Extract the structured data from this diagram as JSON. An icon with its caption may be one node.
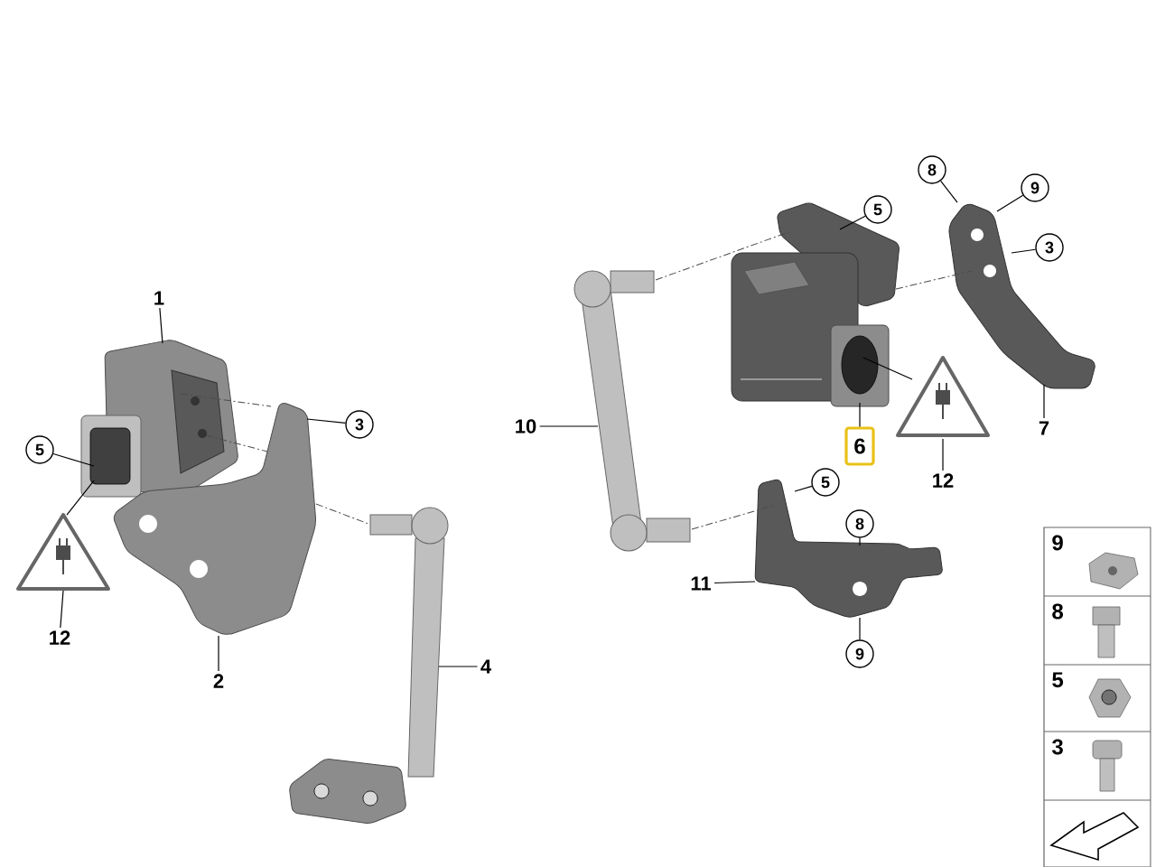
{
  "diagram": {
    "nodes": [
      {
        "text": [
          "1"
        ]
      },
      {
        "text": [],
        "shape": "picture"
      },
      {
        "text": [
          "3"
        ]
      },
      {
        "text": [
          "5"
        ]
      },
      {
        "text": [],
        "shape": "picture"
      },
      {
        "text": [
          "12"
        ]
      },
      {
        "text": [],
        "shape": "picture"
      },
      {
        "text": [
          "2"
        ]
      },
      {
        "text": [],
        "shape": "picture"
      },
      {
        "text": [
          "4"
        ]
      },
      {
        "text": [
          "10"
        ]
      },
      {
        "text": [],
        "shape": "picture"
      },
      {
        "text": [],
        "shape": "picture"
      },
      {
        "text": [
          "5"
        ]
      },
      {
        "text": [
          "6"
        ]
      },
      {
        "text": [],
        "shape": "picture"
      },
      {
        "text": [
          "12"
        ]
      },
      {
        "text": [],
        "shape": "picture"
      },
      {
        "text": [
          "8"
        ]
      },
      {
        "text": [
          "9"
        ]
      },
      {
        "text": [
          "3"
        ]
      },
      {
        "text": [
          "7"
        ]
      },
      {
        "text": [],
        "shape": "picture"
      },
      {
        "text": [
          "5"
        ]
      },
      {
        "text": [
          "11"
        ]
      },
      {
        "text": [
          "8"
        ]
      },
      {
        "text": [
          "9"
        ]
      }
    ],
    "edges": [
      {
        "from": 0,
        "to": 1,
        "arrow": "none"
      },
      {
        "from": 2,
        "to": 6,
        "arrow": "none"
      },
      {
        "from": 3,
        "to": 1,
        "arrow": "none"
      },
      {
        "from": 4,
        "to": 1,
        "arrow": "none"
      },
      {
        "from": 5,
        "to": 4,
        "arrow": "none"
      },
      {
        "from": 7,
        "to": 6,
        "arrow": "none"
      },
      {
        "from": 9,
        "to": 8,
        "arrow": "none"
      },
      {
        "from": 10,
        "to": 11,
        "arrow": "none"
      },
      {
        "from": 13,
        "to": 12,
        "arrow": "none"
      },
      {
        "from": 14,
        "to": 12,
        "arrow": "none"
      },
      {
        "from": 15,
        "to": 12,
        "arrow": "none"
      },
      {
        "from": 16,
        "to": 15,
        "arrow": "none"
      },
      {
        "from": 18,
        "to": 17,
        "arrow": "none"
      },
      {
        "from": 19,
        "to": 17,
        "arrow": "none"
      },
      {
        "from": 20,
        "to": 17,
        "arrow": "none"
      },
      {
        "from": 21,
        "to": 17,
        "arrow": "none"
      },
      {
        "from": 23,
        "to": 22,
        "arrow": "none"
      },
      {
        "from": 24,
        "to": 22,
        "arrow": "none"
      },
      {
        "from": 25,
        "to": 22,
        "arrow": "none"
      },
      {
        "from": 26,
        "to": 22,
        "arrow": "none"
      },
      {
        "from": 1,
        "to": 6,
        "arrow": "none",
        "style": "dashed"
      },
      {
        "from": 1,
        "to": 6,
        "arrow": "none",
        "style": "dashed"
      },
      {
        "from": 6,
        "to": 8,
        "arrow": "none",
        "style": "dashed"
      },
      {
        "from": 11,
        "to": 12,
        "arrow": "none",
        "style": "dashed"
      },
      {
        "from": 12,
        "to": 17,
        "arrow": "none",
        "style": "dashed"
      },
      {
        "from": 11,
        "to": 22,
        "arrow": "none",
        "style": "dashed"
      }
    ],
    "labels": [
      "9",
      "8",
      "5",
      "3"
    ]
  }
}
